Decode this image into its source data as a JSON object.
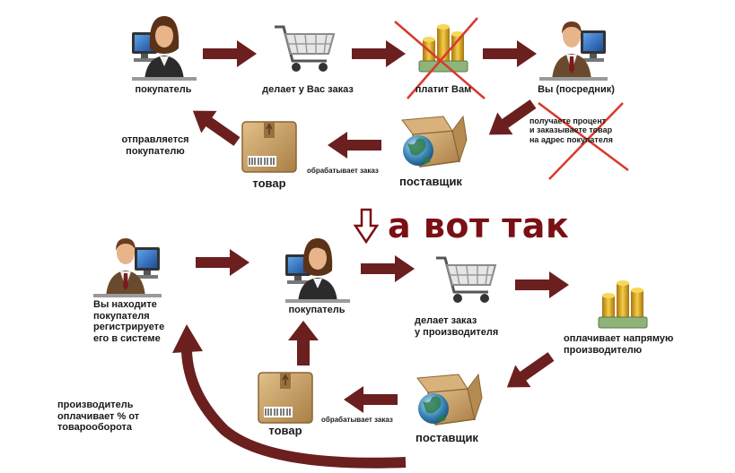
{
  "colors": {
    "arrow": "#6b1f1f",
    "cross": "#d9382c",
    "heading": "#7a0f14",
    "skin": "#e8b48a",
    "hair": "#5a3218",
    "suit": "#2b2b2b",
    "box": "#c9a064",
    "coins": "#d9a420"
  },
  "top": {
    "buyer_label": "покупатель",
    "cart_label": "делает у Вас заказ",
    "pays_label": "платит Вам",
    "middleman_label": "Вы (посредник)",
    "middleman_note": "получаете процент\nи заказываете товар\nна адрес покупателя",
    "supplier_label": "поставщик",
    "process_label": "обрабатывает заказ",
    "goods_label": "товар",
    "sent_label": "отправляется\nпокупателю"
  },
  "heading": {
    "text": "а вот так",
    "icon": "down-arrow-icon"
  },
  "bottom": {
    "you_label": "Вы находите\nпокупателя\nрегистрируете\nего в системе",
    "buyer_label": "покупатель",
    "order_label": "делает  заказ\nу производителя",
    "pays_label": "оплачивает напрямую\nпроизводителю",
    "supplier_label": "поставщик",
    "process_label": "обрабатывает заказ",
    "goods_label": "товар",
    "commission_label": "производитель\nоплачивает % от\nтоварооборота"
  }
}
